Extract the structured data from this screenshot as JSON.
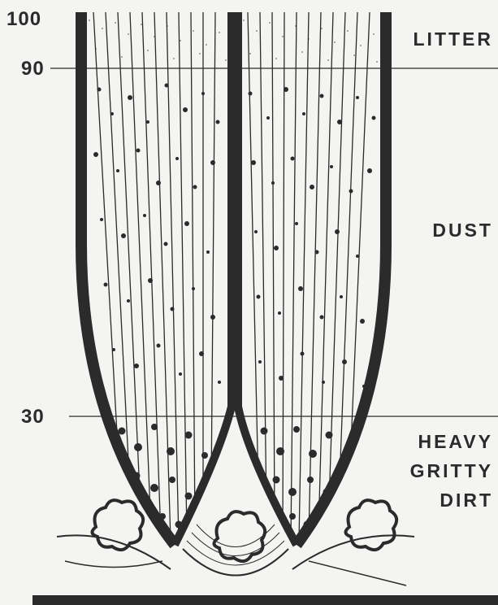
{
  "scale": {
    "top": "100",
    "litter_boundary": "90",
    "dust_boundary": "30"
  },
  "zones": {
    "litter": "LITTER",
    "dust": "DUST",
    "heavy_line1": "HEAVY",
    "heavy_line2": "GRITTY",
    "heavy_line3": "DIRT"
  },
  "colors": {
    "ink": "#2b2b2b",
    "paper": "#f4f4f2"
  }
}
